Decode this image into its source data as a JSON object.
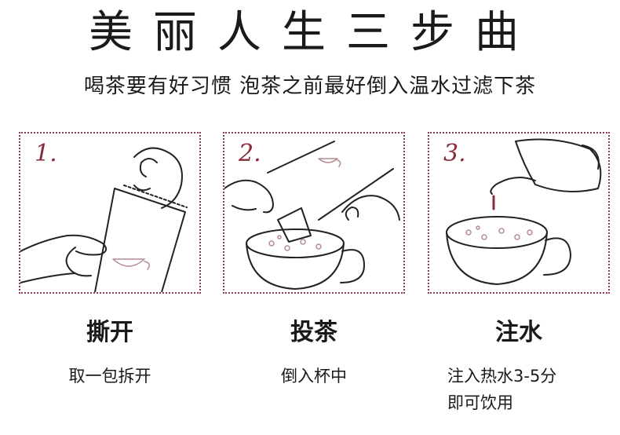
{
  "title": "美丽人生三步曲",
  "subtitle": "喝茶要有好习惯 泡茶之前最好倒入温水过滤下茶",
  "steps": [
    {
      "number": "1.",
      "title": "撕开",
      "desc_line1": "取一包拆开",
      "desc_line2": ""
    },
    {
      "number": "2.",
      "title": "投茶",
      "desc_line1": "倒入杯中",
      "desc_line2": ""
    },
    {
      "number": "3.",
      "title": "注水",
      "desc_line1": "注入热水3-5分",
      "desc_line2": "即可饮用"
    }
  ],
  "colors": {
    "accent": "#8a2a3a",
    "dotted_border": "#8a3a4a",
    "text": "#1a1a1a"
  },
  "icons": [
    "hand-tearing-packet-illustration",
    "hand-dropping-bag-in-cup-illustration",
    "kettle-pouring-into-cup-illustration"
  ]
}
